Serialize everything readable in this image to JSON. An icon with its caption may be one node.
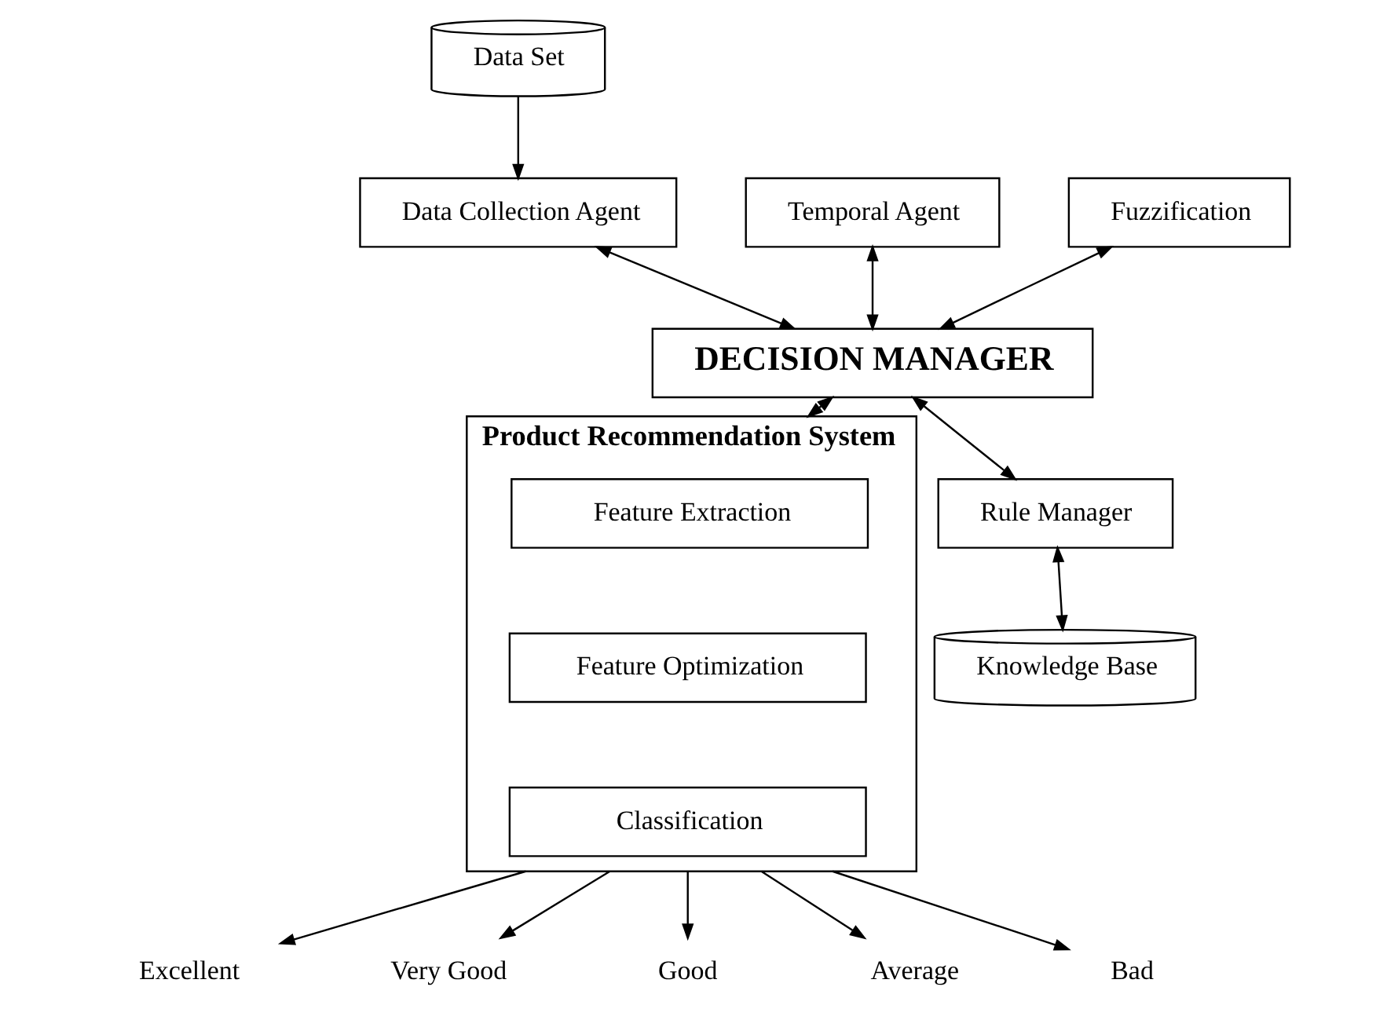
{
  "diagram": {
    "nodes": [
      {
        "text": [
          "Data Set"
        ]
      },
      {
        "text": [
          "Data Collection Agent"
        ]
      },
      {
        "text": [
          "Temporal Agent"
        ]
      },
      {
        "text": [
          "Fuzzification"
        ]
      },
      {
        "text": [
          "DECISION MANAGER"
        ]
      },
      {
        "text": [
          "Rule Manager"
        ]
      },
      {
        "text": [
          "Product Recommendation System"
        ]
      },
      {
        "text": [
          "Feature Extraction"
        ],
        "in": 6
      },
      {
        "text": [
          "Feature Optimization"
        ],
        "in": 6
      },
      {
        "text": [
          "Classification"
        ],
        "in": 6
      },
      {
        "text": [
          "Knowledge Base"
        ]
      },
      {
        "text": [
          "Excellent"
        ]
      },
      {
        "text": [
          "Very Good"
        ]
      },
      {
        "text": [
          "Good"
        ]
      },
      {
        "text": [
          "Average"
        ]
      },
      {
        "text": [
          "Bad"
        ]
      }
    ],
    "edges": [
      {
        "from": 0,
        "to": 1,
        "arrow": "to"
      },
      {
        "from": 1,
        "to": 4,
        "arrow": "both"
      },
      {
        "from": 2,
        "to": 4,
        "arrow": "both"
      },
      {
        "from": 3,
        "to": 4,
        "arrow": "both"
      },
      {
        "from": 4,
        "to": 5,
        "arrow": "both"
      },
      {
        "from": 4,
        "to": 6,
        "arrow": "both"
      },
      {
        "from": 5,
        "to": 10,
        "arrow": "both"
      },
      {
        "from": 6,
        "to": 11,
        "arrow": "to"
      },
      {
        "from": 6,
        "to": 12,
        "arrow": "to"
      },
      {
        "from": 6,
        "to": 13,
        "arrow": "to"
      },
      {
        "from": 6,
        "to": 14,
        "arrow": "to"
      },
      {
        "from": 6,
        "to": 15,
        "arrow": "to"
      }
    ]
  }
}
